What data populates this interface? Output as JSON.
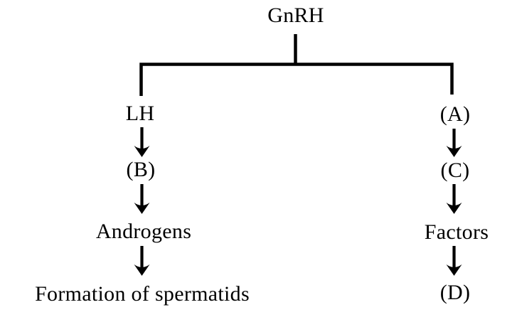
{
  "diagram": {
    "title": "GnRH hormonal pathway flowchart",
    "root_node": "GnRH",
    "left_column": [
      "LH",
      "(B)",
      "Androgens",
      "Formation of spermatids"
    ],
    "right_column": [
      "(A)",
      "(C)",
      "Factors",
      "(D)"
    ],
    "icons": {
      "down_arrow": "↓"
    },
    "colors": {
      "background": "#ffffff",
      "line": "#000000",
      "text": "#000000"
    }
  }
}
